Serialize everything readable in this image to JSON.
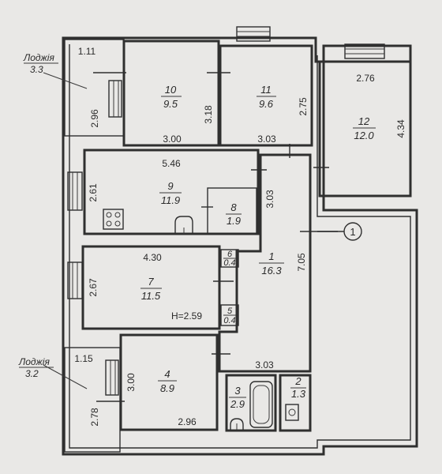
{
  "rooms": [
    {
      "id": "10",
      "area": "9.5"
    },
    {
      "id": "11",
      "area": "9.6"
    },
    {
      "id": "12",
      "area": "12.0"
    },
    {
      "id": "9",
      "area": "11.9"
    },
    {
      "id": "8",
      "area": "1.9"
    },
    {
      "id": "7",
      "area": "11.5"
    },
    {
      "id": "1",
      "area": "16.3"
    },
    {
      "id": "6",
      "area": "0.4"
    },
    {
      "id": "5",
      "area": "0.4"
    },
    {
      "id": "4",
      "area": "8.9"
    },
    {
      "id": "3",
      "area": "2.9"
    },
    {
      "id": "2",
      "area": "1.3"
    }
  ],
  "loggias": [
    {
      "label": "Лоджія",
      "area": "3.3"
    },
    {
      "label": "Лоджія",
      "area": "3.2"
    }
  ],
  "dimensions": {
    "loggia_top_width": "1.11",
    "loggia_top_depth": "2.96",
    "room10_width": "3.00",
    "room10_depth": "3.18",
    "room11_width": "3.03",
    "room11_depth": "2.75",
    "room12_width": "2.76",
    "room12_depth": "4.34",
    "room9_width": "5.46",
    "room9_depth": "2.61",
    "hall_upper_depth": "3.03",
    "room7_width": "4.30",
    "room7_depth": "2.67",
    "hall_depth": "7.05",
    "ceiling_height": "H=2.59",
    "loggia_bottom_width": "1.15",
    "loggia_bottom_depth": "2.78",
    "room4_depth": "3.00",
    "room4_width": "2.96",
    "bath_width": "3.03"
  },
  "axis_marker": "1"
}
